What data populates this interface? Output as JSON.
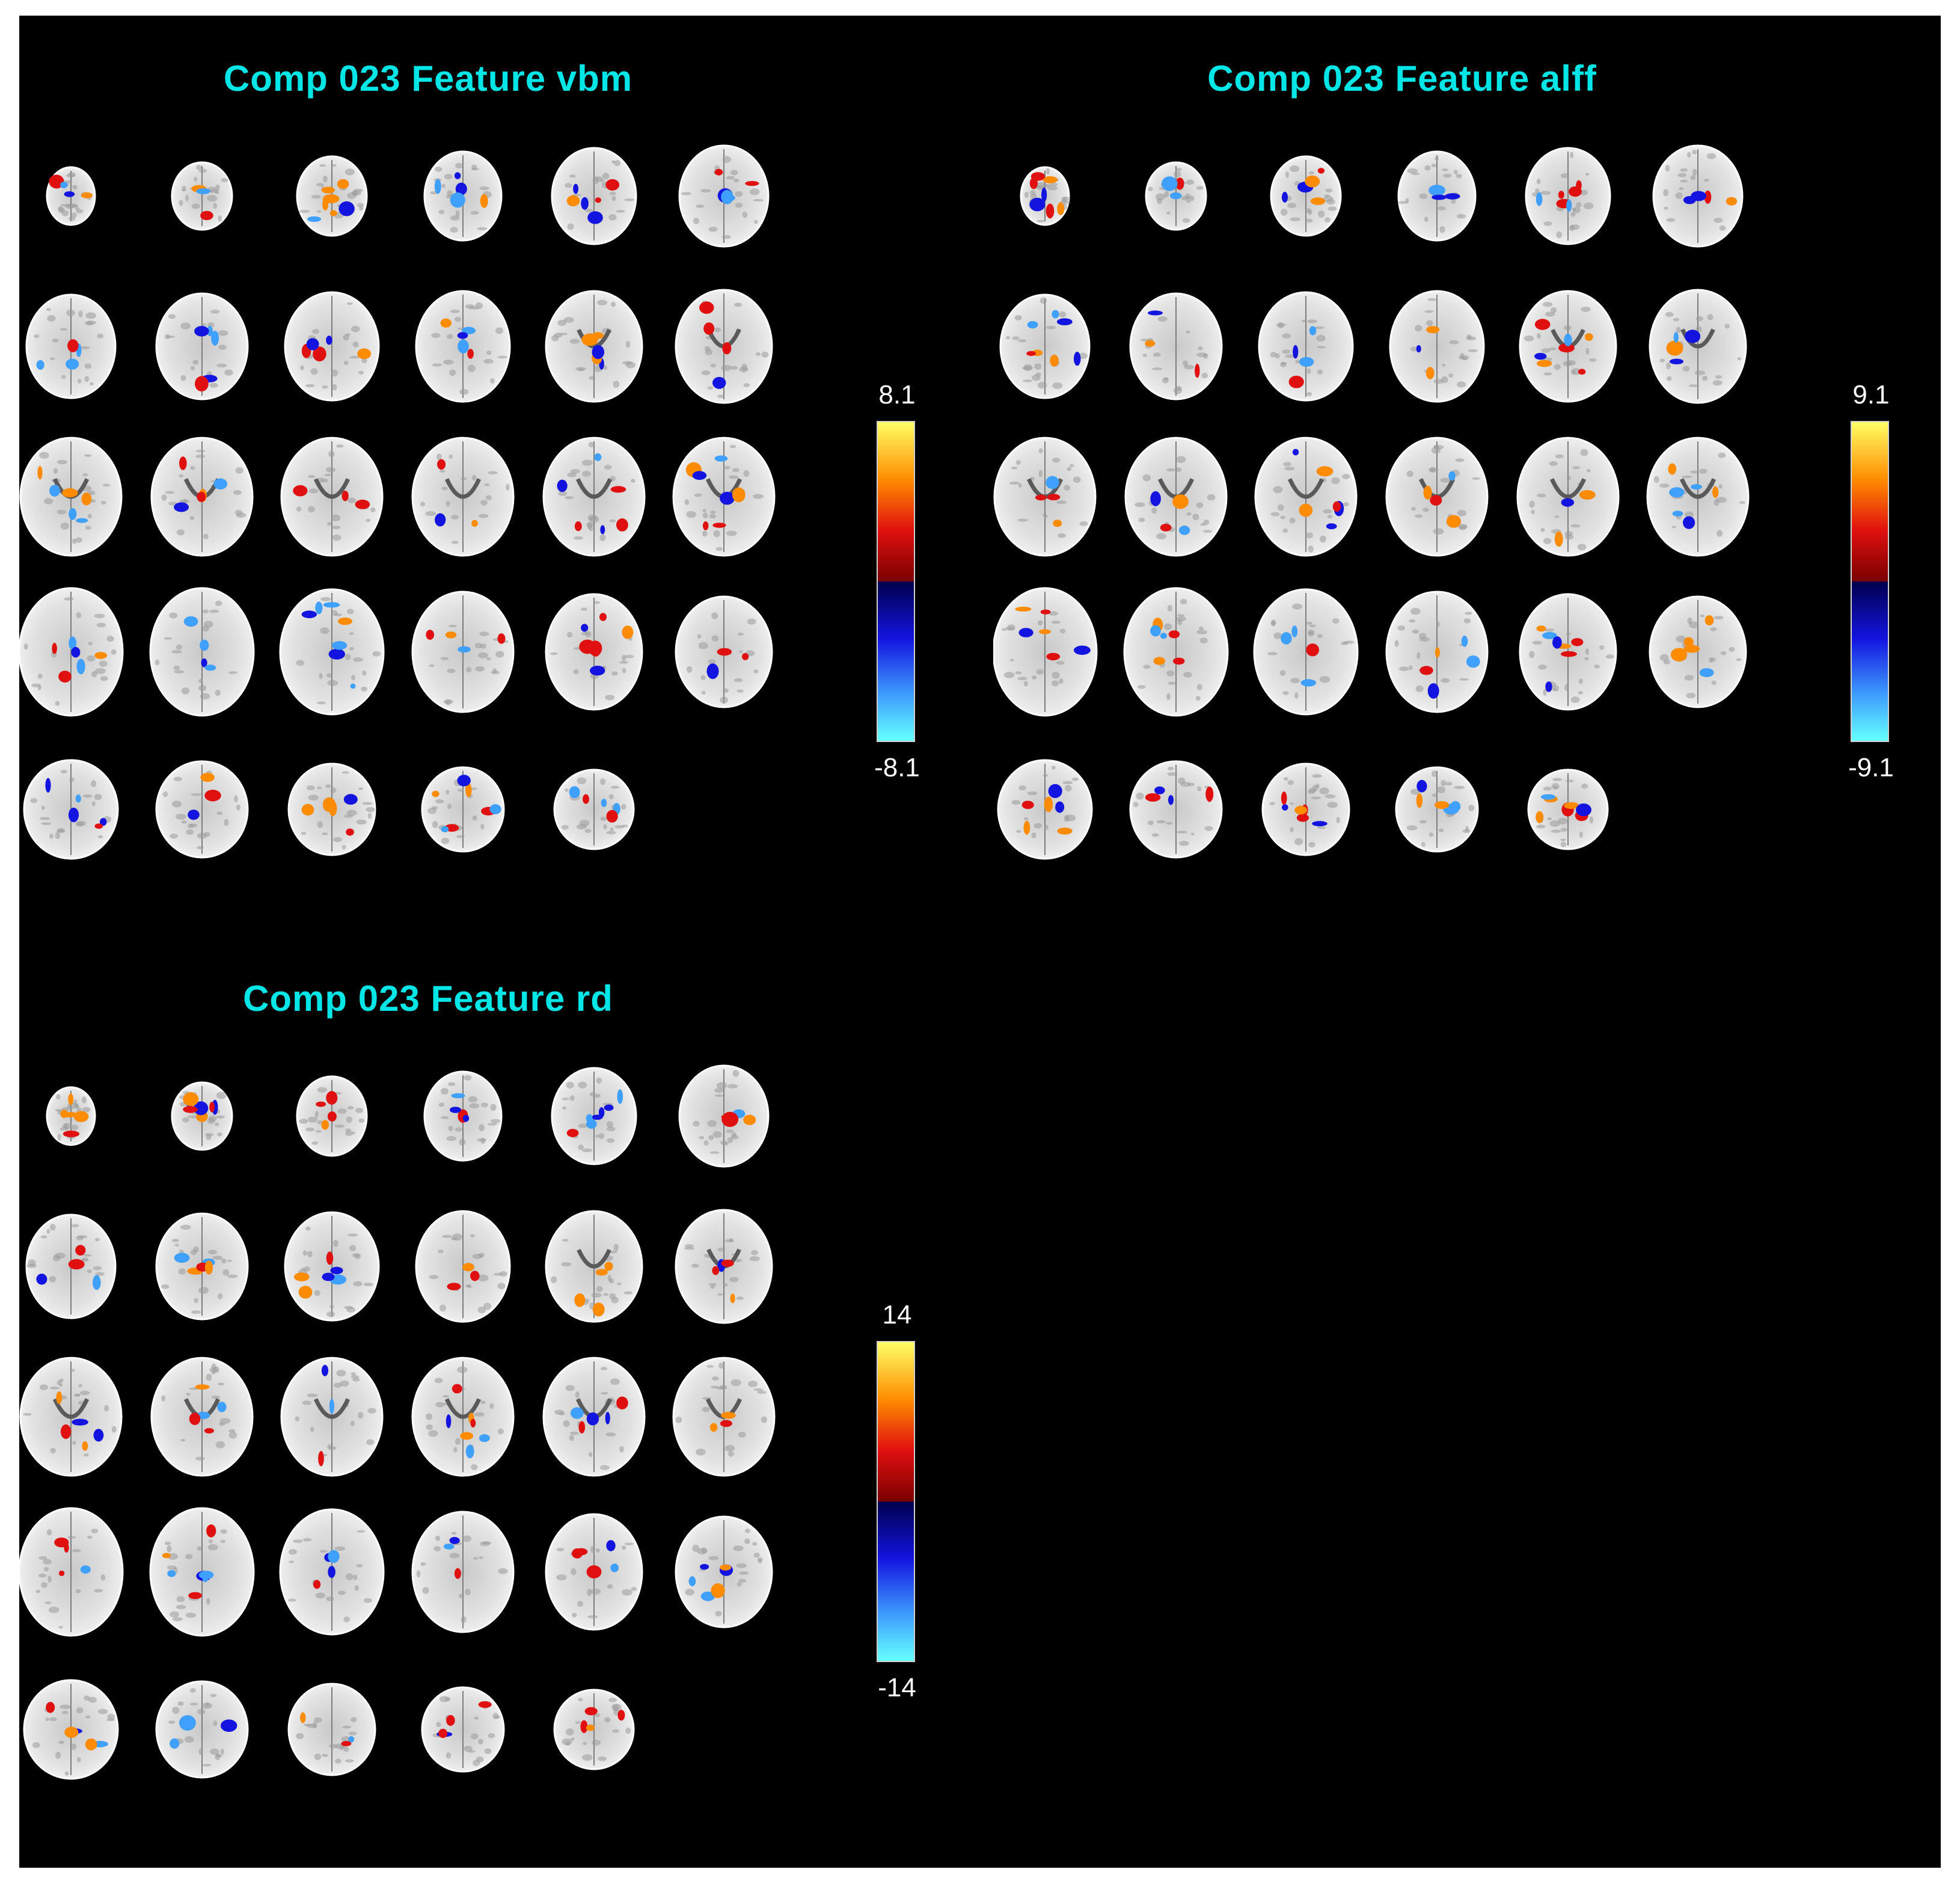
{
  "panels": [
    {
      "id": "vbm",
      "title": "Comp 023 Feature vbm",
      "colorbar": {
        "max": "8.1",
        "min": "-8.1"
      },
      "rows": [
        6,
        6,
        6,
        6,
        5
      ]
    },
    {
      "id": "alff",
      "title": "Comp 023 Feature alff",
      "colorbar": {
        "max": "9.1",
        "min": "-9.1"
      },
      "rows": [
        6,
        6,
        6,
        6,
        5
      ]
    },
    {
      "id": "rd",
      "title": "Comp 023 Feature rd",
      "colorbar": {
        "max": "14",
        "min": "-14"
      },
      "rows": [
        6,
        6,
        6,
        6,
        5
      ]
    }
  ],
  "colors": {
    "background": "#000000",
    "title": "#00e5e5",
    "positive": [
      "#7a0000",
      "#e01010",
      "#ff8c00",
      "#ffff66"
    ],
    "negative": [
      "#00004d",
      "#1414e0",
      "#3fa0ff",
      "#66ffff"
    ]
  }
}
